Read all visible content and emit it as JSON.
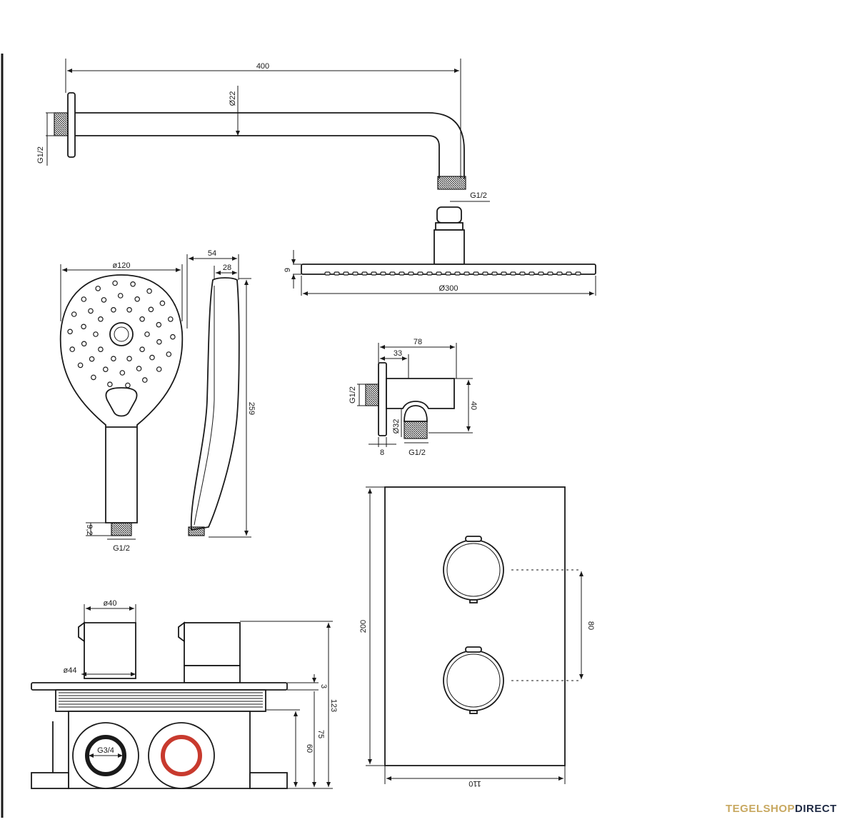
{
  "dimensions": {
    "arm_length": "400",
    "arm_diameter": "Ø22",
    "arm_thread": "G1/2",
    "arm_outlet_thread": "G1/2",
    "head_height": "9",
    "head_diameter": "Ø300",
    "hand_diameter": "ø120",
    "hand_depth": "54",
    "hand_handle_depth": "28",
    "hand_length": "259",
    "hand_thread_length": "9,2",
    "hand_thread": "G1/2",
    "elbow_length": "78",
    "elbow_offset": "33",
    "elbow_thread_wall": "G1/2",
    "elbow_height": "40",
    "elbow_outlet_diameter": "Ø32",
    "elbow_flange": "8",
    "elbow_outlet_thread": "G1/2",
    "valve_knob_diameter": "ø40",
    "valve_rosette_diameter": "ø44",
    "valve_plate": "3",
    "valve_total_depth": "123",
    "valve_depth_75": "75",
    "valve_depth_60": "60",
    "valve_inlet_thread": "G3/4",
    "plate_height": "200",
    "plate_width": "110",
    "plate_knob_spacing": "80"
  },
  "brand": {
    "part1": "TEGELSHOP",
    "part2": "DIRECT"
  }
}
